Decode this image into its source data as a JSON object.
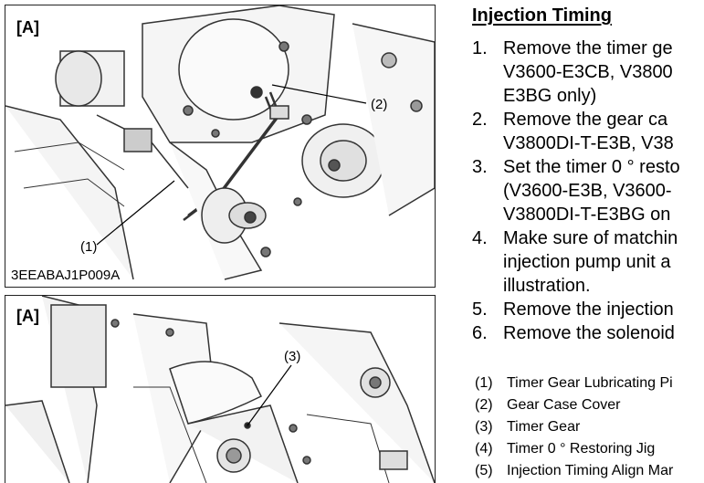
{
  "figure_top": {
    "label": "[A]",
    "image_code": "3EEABAJ1P009A",
    "callouts": [
      "(1)",
      "(2)"
    ]
  },
  "figure_bottom": {
    "label": "[A]",
    "callouts": [
      "(3)"
    ]
  },
  "section": {
    "title": "Injection Timing",
    "steps": [
      {
        "num": "1.",
        "lines": [
          "Remove the timer ge",
          "V3600-E3CB,  V3800",
          "E3BG only)"
        ]
      },
      {
        "num": "2.",
        "lines": [
          "Remove  the  gear  ca",
          "V3800DI-T-E3B, V38"
        ]
      },
      {
        "num": "3.",
        "lines": [
          "Set the timer 0 ° resto",
          "(V3600-E3B, V3600-",
          "V3800DI-T-E3BG on"
        ]
      },
      {
        "num": "4.",
        "lines": [
          "Make sure of matchin",
          "injection  pump  unit  a",
          "illustration."
        ]
      },
      {
        "num": "5.",
        "lines": [
          "Remove the injection"
        ]
      },
      {
        "num": "6.",
        "lines": [
          "Remove the solenoid"
        ]
      }
    ],
    "parts": [
      {
        "num": "(1)",
        "name": "Timer Gear Lubricating Pi"
      },
      {
        "num": "(2)",
        "name": "Gear Case Cover"
      },
      {
        "num": "(3)",
        "name": "Timer Gear"
      },
      {
        "num": "(4)",
        "name": "Timer 0 ° Restoring Jig"
      },
      {
        "num": "(5)",
        "name": "Injection Timing Align Mar"
      }
    ]
  }
}
